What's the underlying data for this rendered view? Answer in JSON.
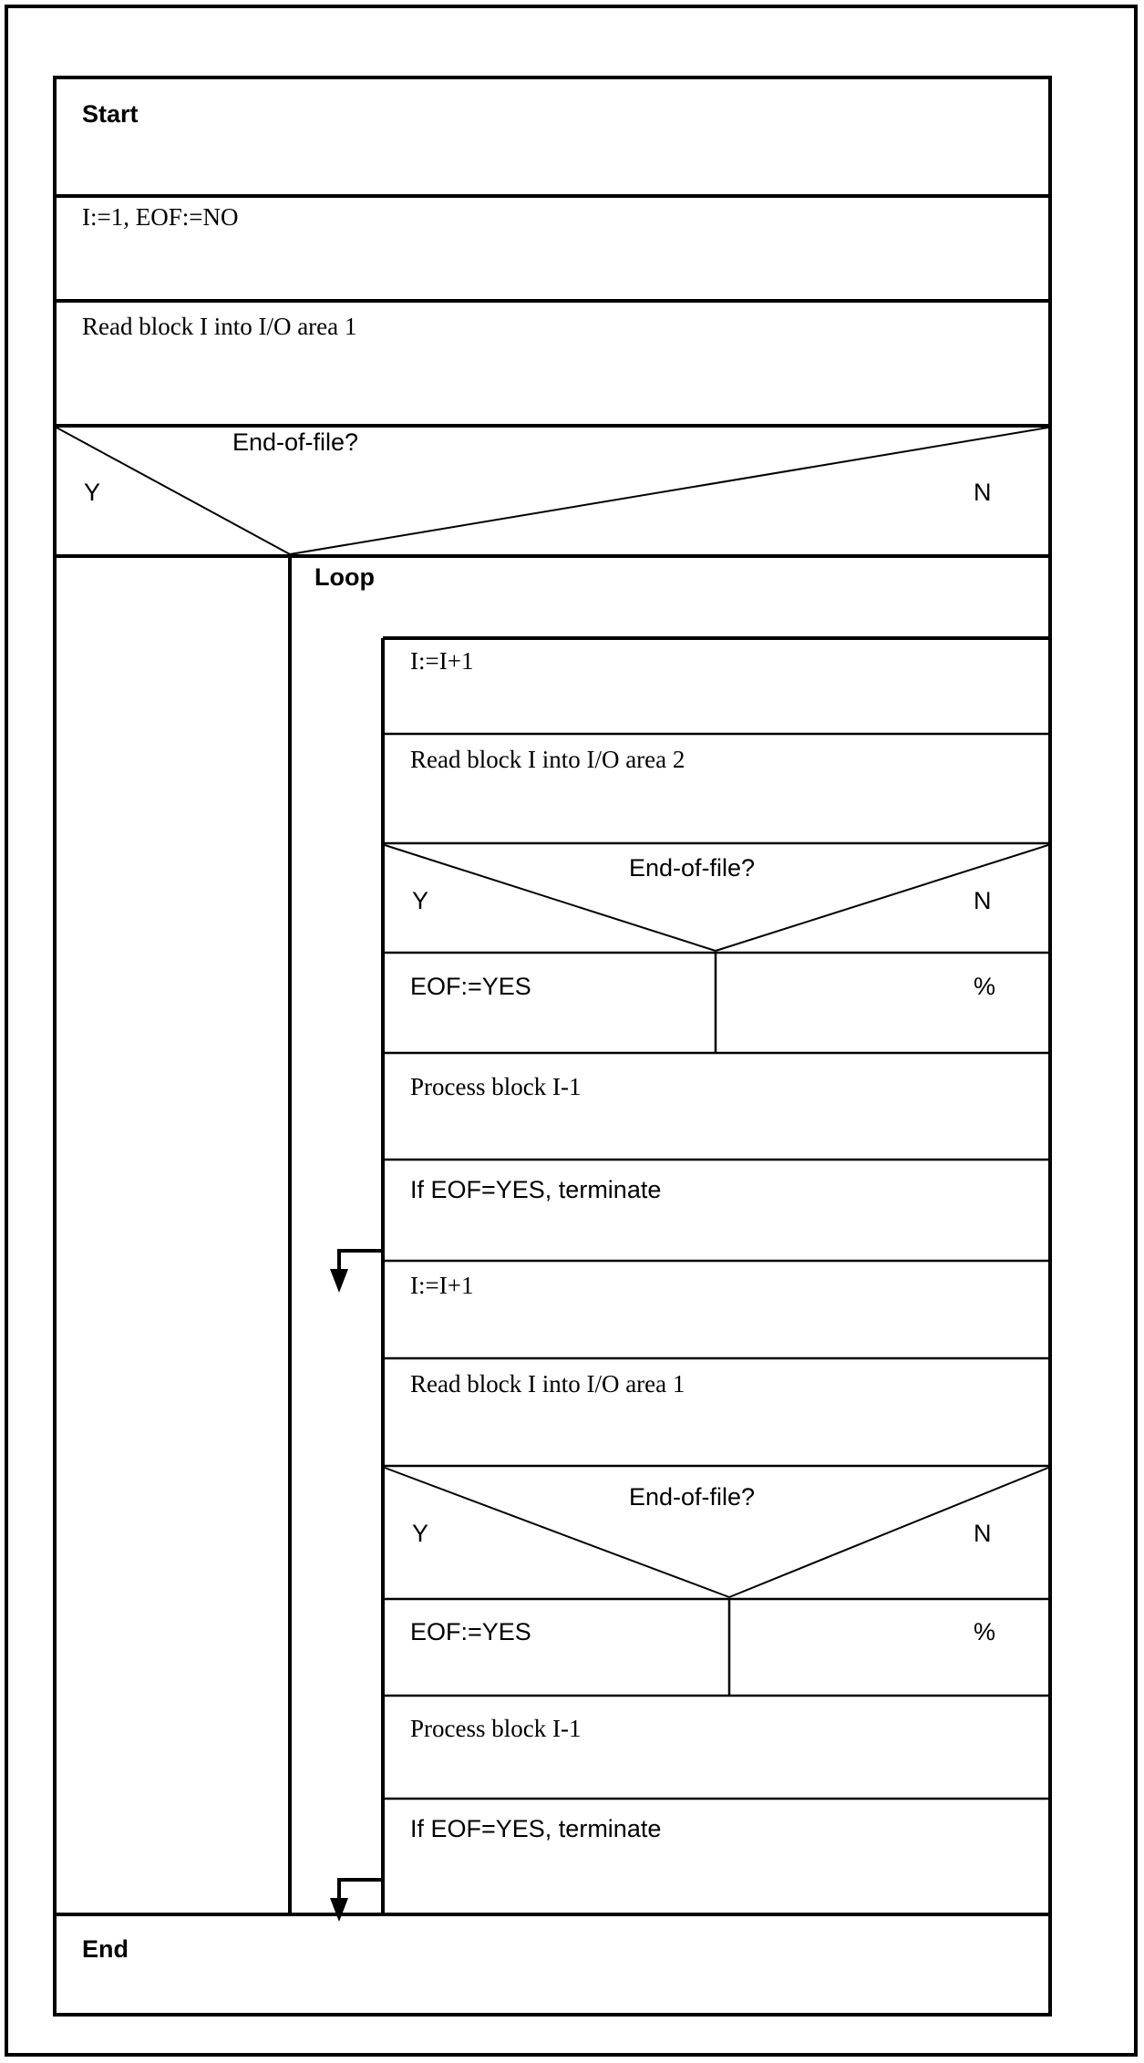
{
  "diagram": {
    "type": "nassi-shneiderman-structogram",
    "title": "Double buffering block read structogram",
    "colors": {
      "line": "#000000",
      "background": "#ffffff",
      "text": "#000000"
    },
    "blocks": {
      "start": "Start",
      "init": "I:=1, EOF:=NO",
      "read_first": "Read block I into I/O area 1",
      "end": "End"
    },
    "decision_outer": {
      "question": "End-of-file?",
      "yes_label": "Y",
      "no_label": "N"
    },
    "loop": {
      "label": "Loop",
      "body": [
        {
          "kind": "statement",
          "text": "I:=I+1"
        },
        {
          "kind": "statement",
          "text": "Read block I into I/O area 2"
        },
        {
          "kind": "decision",
          "question": "End-of-file?",
          "yes_label": "Y",
          "no_label": "N",
          "yes_branch": "EOF:=YES",
          "no_branch": "%"
        },
        {
          "kind": "statement",
          "text": "Process block I-1"
        },
        {
          "kind": "statement",
          "text": "If EOF=YES, terminate",
          "has_loop_arrow": true
        },
        {
          "kind": "statement",
          "text": "I:=I+1"
        },
        {
          "kind": "statement",
          "text": "Read block I into I/O area 1"
        },
        {
          "kind": "decision",
          "question": "End-of-file?",
          "yes_label": "Y",
          "no_label": "N",
          "yes_branch": "EOF:=YES",
          "no_branch": "%"
        },
        {
          "kind": "statement",
          "text": "Process block I-1"
        },
        {
          "kind": "statement",
          "text": "If EOF=YES, terminate",
          "has_loop_arrow": true
        }
      ]
    }
  }
}
